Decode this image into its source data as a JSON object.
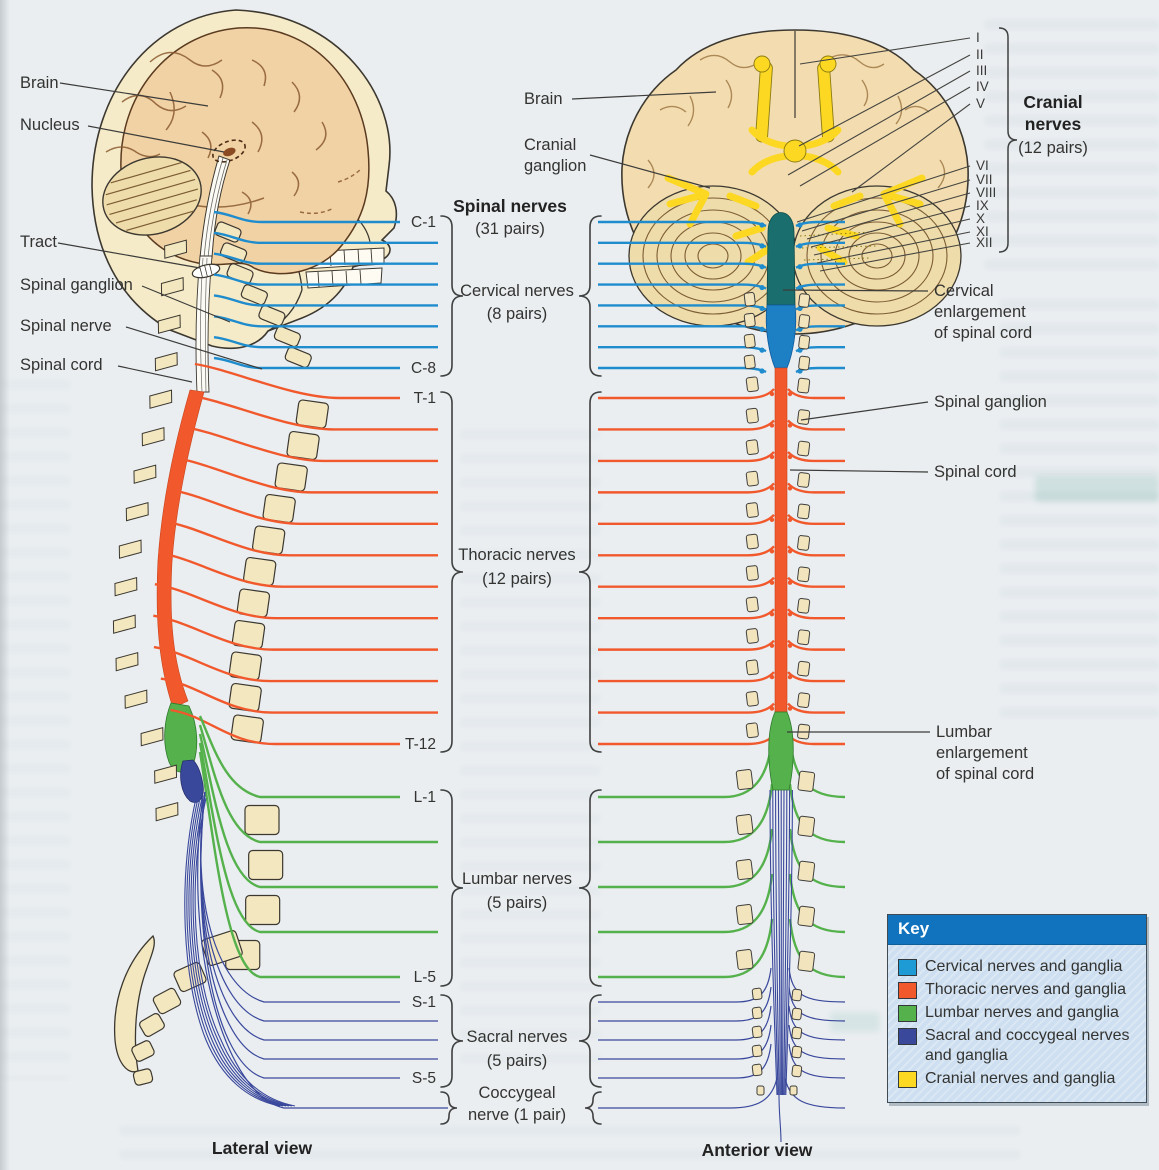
{
  "diagram": {
    "lateral_view": {
      "caption": "Lateral view",
      "labels": {
        "brain": "Brain",
        "nucleus": "Nucleus",
        "tract": "Tract",
        "spinal_ganglion": "Spinal ganglion",
        "spinal_nerve": "Spinal nerve",
        "spinal_cord": "Spinal cord"
      }
    },
    "anterior_view": {
      "caption": "Anterior view",
      "labels": {
        "brain": "Brain",
        "cranial_ganglion": "Cranial ganglion",
        "cervical_enlargement": "Cervical enlargement of spinal cord",
        "spinal_ganglion": "Spinal ganglion",
        "spinal_cord": "Spinal cord",
        "lumbar_enlargement": "Lumbar enlargement of spinal cord"
      }
    },
    "spinal_nerves": {
      "heading": "Spinal nerves",
      "heading_pairs": "(31 pairs)",
      "groups": [
        {
          "id": "cervical",
          "name": "Cervical nerves",
          "pairs": "(8 pairs)",
          "count": 8,
          "first_label": "C-1",
          "last_label": "C-8",
          "color": "#1f8ccd"
        },
        {
          "id": "thoracic",
          "name": "Thoracic nerves",
          "pairs": "(12 pairs)",
          "count": 12,
          "first_label": "T-1",
          "last_label": "T-12",
          "color": "#f1592d"
        },
        {
          "id": "lumbar",
          "name": "Lumbar nerves",
          "pairs": "(5 pairs)",
          "count": 5,
          "first_label": "L-1",
          "last_label": "L-5",
          "color": "#55b14b"
        },
        {
          "id": "sacral",
          "name": "Sacral nerves",
          "pairs": "(5 pairs)",
          "count": 5,
          "first_label": "S-1",
          "last_label": "S-5",
          "color": "#3a489c"
        },
        {
          "id": "coccygeal",
          "name": "Coccygeal",
          "pairs": "nerve (1 pair)",
          "count": 1,
          "first_label": "",
          "last_label": "",
          "color": "#3a489c"
        }
      ]
    },
    "cranial_nerves": {
      "heading": "Cranial nerves",
      "heading_pairs": "(12 pairs)",
      "numerals": [
        "I",
        "II",
        "III",
        "IV",
        "V",
        "VI",
        "VII",
        "VIII",
        "IX",
        "X",
        "XI",
        "XII"
      ],
      "color": "#fcd823"
    },
    "key": {
      "title": "Key",
      "entries": [
        {
          "label": "Cervical nerves and ganglia",
          "color": "#1e9ad4"
        },
        {
          "label": "Thoracic nerves and ganglia",
          "color": "#f1592d"
        },
        {
          "label": "Lumbar nerves and ganglia",
          "color": "#55b14b"
        },
        {
          "label": "Sacral and coccygeal nerves and ganglia",
          "color": "#3a489c"
        },
        {
          "label": "Cranial nerves and ganglia",
          "color": "#fcd823"
        }
      ]
    }
  }
}
